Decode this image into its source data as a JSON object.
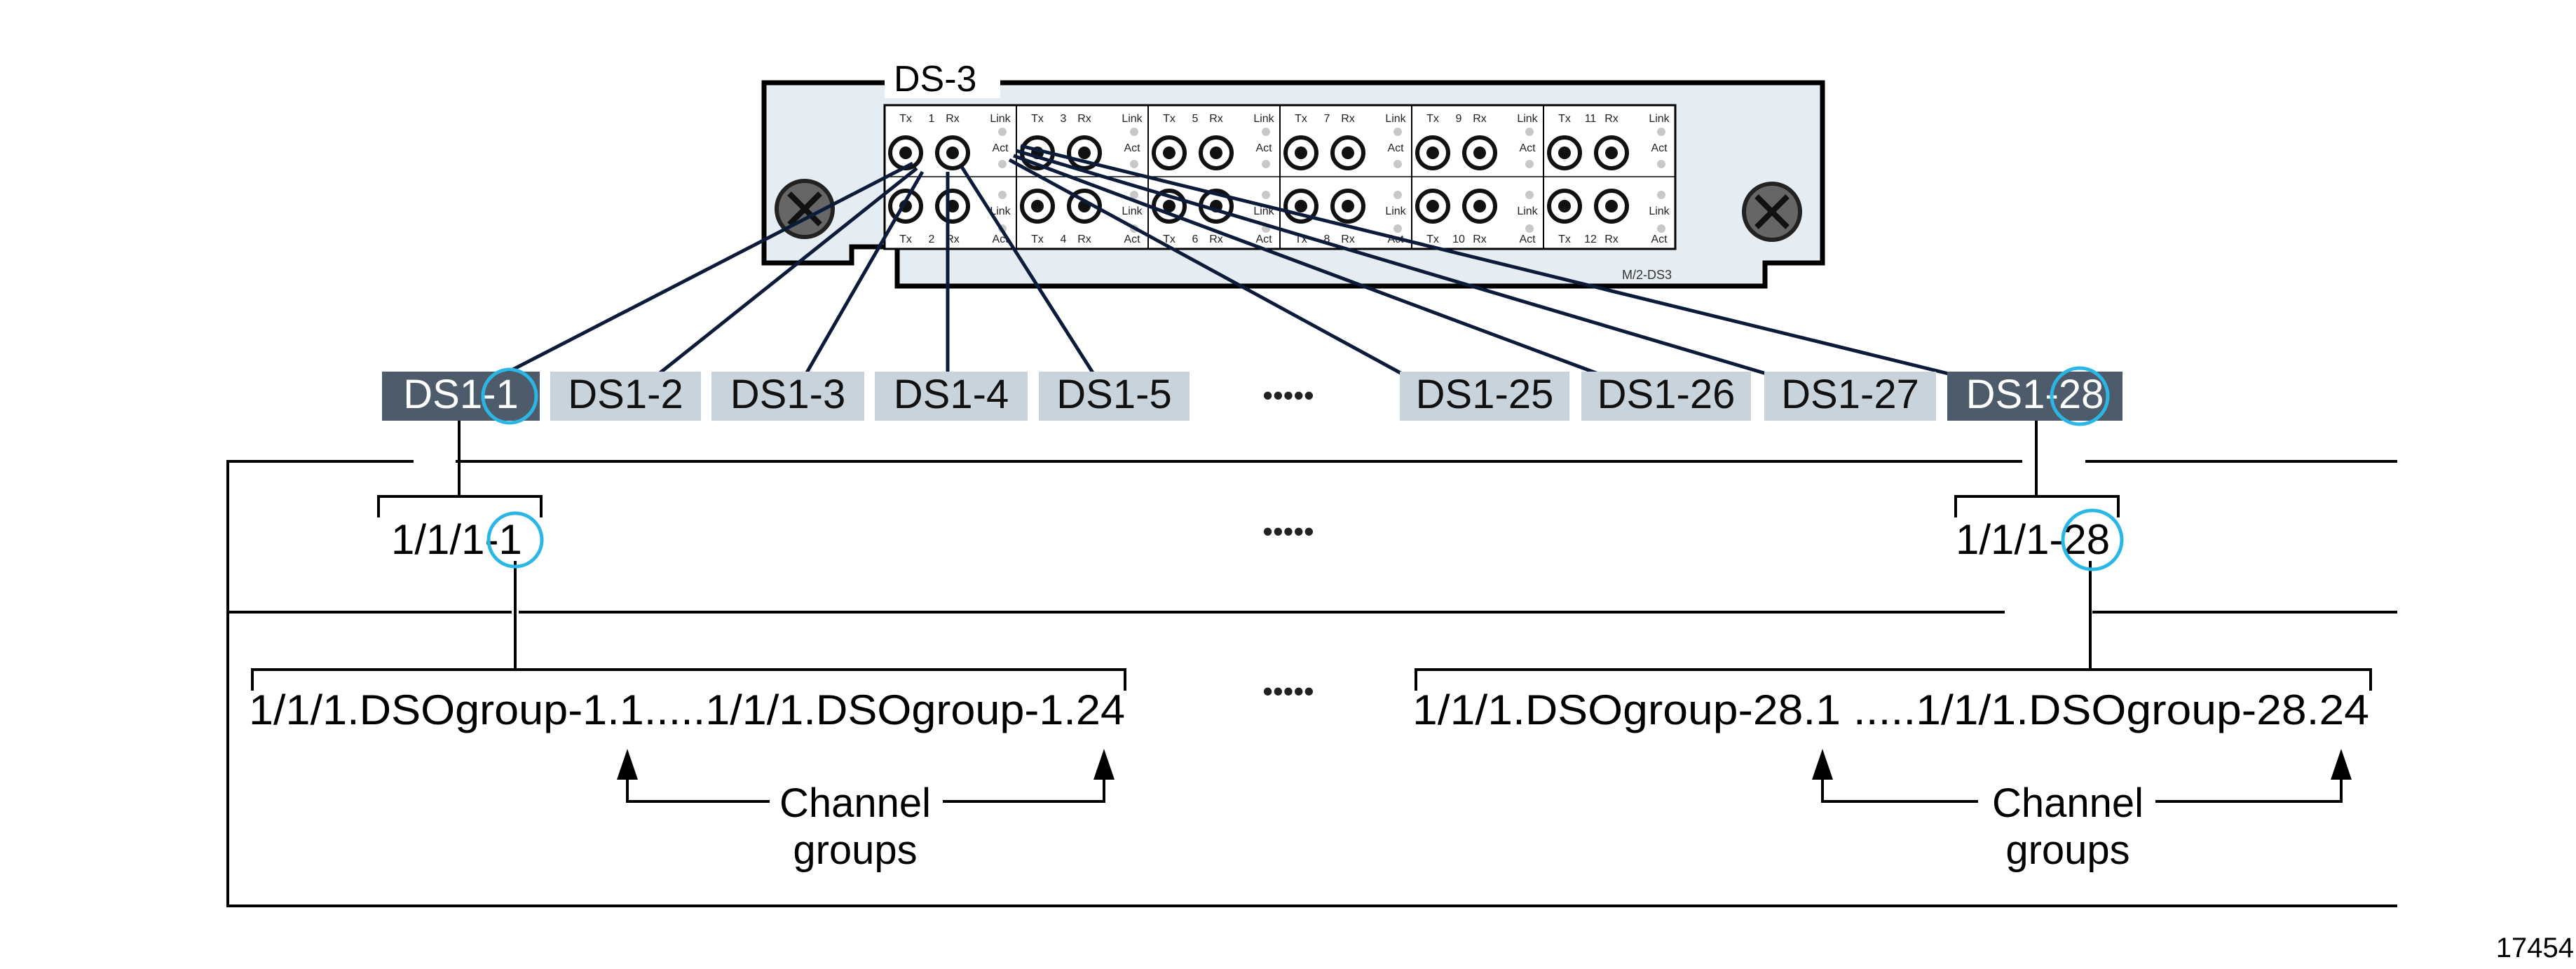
{
  "card": {
    "title": "DS-3",
    "model": "M/2-DS3",
    "port_label_tx": "Tx",
    "port_label_rx": "Rx",
    "led_link": "Link",
    "led_act": "Act",
    "top_row_ports": [
      "1",
      "3",
      "5",
      "7",
      "9",
      "11"
    ],
    "bottom_row_ports": [
      "2",
      "4",
      "6",
      "8",
      "10",
      "12"
    ]
  },
  "ds1_row": {
    "left": [
      {
        "label": "DS1-1",
        "style": "dark"
      },
      {
        "label": "DS1-2",
        "style": "light"
      },
      {
        "label": "DS1-3",
        "style": "light"
      },
      {
        "label": "DS1-4",
        "style": "light"
      },
      {
        "label": "DS1-5",
        "style": "light"
      }
    ],
    "right": [
      {
        "label": "DS1-25",
        "style": "light"
      },
      {
        "label": "DS1-26",
        "style": "light"
      },
      {
        "label": "DS1-27",
        "style": "light"
      },
      {
        "label": "DS1-28",
        "style": "dark"
      }
    ],
    "ellipsis": "•••••"
  },
  "port_row": {
    "left": "1/1/1-1",
    "right": "1/1/1-28",
    "ellipsis": "•••••"
  },
  "group_row": {
    "left": "1/1/1.DSOgroup-1.1.....1/1/1.DSOgroup-1.24",
    "right": "1/1/1.DSOgroup-28.1 .....1/1/1.DSOgroup-28.24",
    "ellipsis": "•••••"
  },
  "channel_label": {
    "line1": "Channel",
    "line2": "groups"
  },
  "figure_id": "17454",
  "colors": {
    "dark_box": "#4d5b6a",
    "light_box": "#c9d3dc",
    "card_fill": "#e6edf2",
    "highlight_circle": "#2bb7e5",
    "line": "#1a1a2e"
  }
}
